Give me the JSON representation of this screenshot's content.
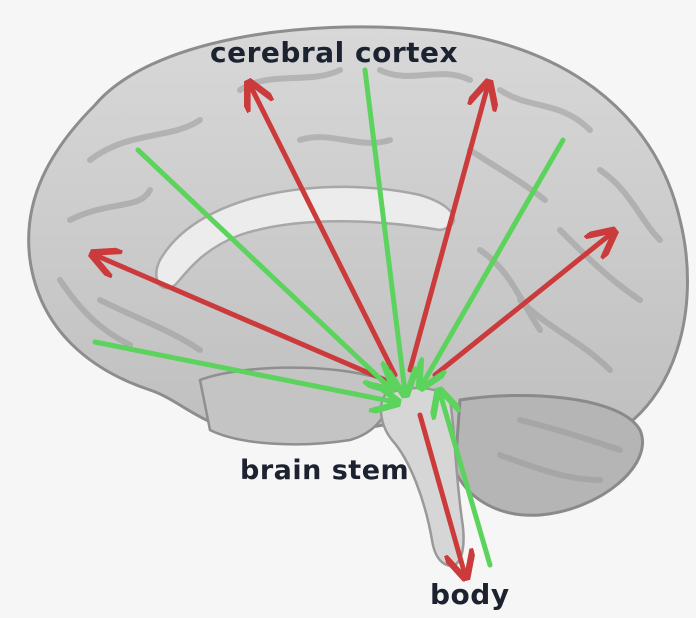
{
  "labels": {
    "cerebral_cortex": "cerebral cortex",
    "brain_stem": "brain stem",
    "body": "body"
  },
  "colors": {
    "ascending_arrow": "#cc3b3b",
    "descending_arrow": "#5cd35c",
    "label_text": "#1c2230",
    "brain_fill": "#c9c9c9"
  },
  "arrows": {
    "red_direction": "outward",
    "green_direction": "inward"
  }
}
